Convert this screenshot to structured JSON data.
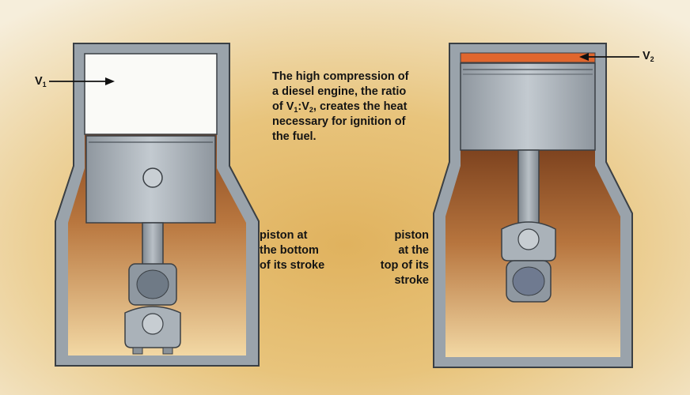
{
  "labels": {
    "v1": {
      "main": "V",
      "sub": "1"
    },
    "v2": {
      "main": "V",
      "sub": "2"
    }
  },
  "caption": {
    "line1": "The high compression of",
    "line2": "a diesel engine, the ratio",
    "line3_prefix": "of V",
    "line3_sub1": "1",
    "line3_mid": ":V",
    "line3_sub2": "2",
    "line3_suffix": ", creates the heat",
    "line4": "necessary for ignition of",
    "line5": "the fuel."
  },
  "bottom_label": [
    "piston at",
    "the bottom",
    "of its stroke"
  ],
  "top_label": [
    "piston",
    "at the",
    "top of its",
    "stroke"
  ],
  "colors": {
    "background": "#f3ead4",
    "gas_fill": "#a8653a",
    "compressed_gas": "#e0662e",
    "wall": "#9aa3ab",
    "piston": "#b7bfc6",
    "cylinder_air": "#fafaf7"
  }
}
